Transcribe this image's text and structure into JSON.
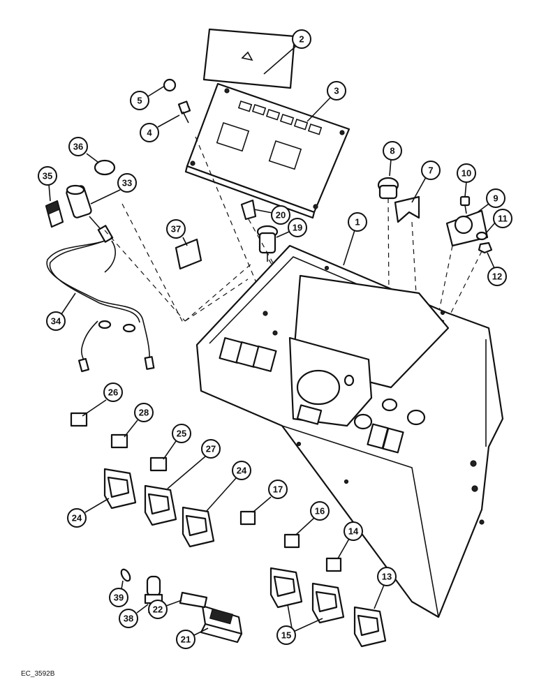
{
  "drawing_code": "EC_3592B",
  "callouts": [
    {
      "label": "1"
    },
    {
      "label": "2"
    },
    {
      "label": "3"
    },
    {
      "label": "4"
    },
    {
      "label": "5"
    },
    {
      "label": "7"
    },
    {
      "label": "8"
    },
    {
      "label": "9"
    },
    {
      "label": "10"
    },
    {
      "label": "11"
    },
    {
      "label": "12"
    },
    {
      "label": "13"
    },
    {
      "label": "14"
    },
    {
      "label": "15"
    },
    {
      "label": "15"
    },
    {
      "label": "16"
    },
    {
      "label": "17"
    },
    {
      "label": "19"
    },
    {
      "label": "20"
    },
    {
      "label": "21"
    },
    {
      "label": "22"
    },
    {
      "label": "24"
    },
    {
      "label": "24"
    },
    {
      "label": "25"
    },
    {
      "label": "26"
    },
    {
      "label": "27"
    },
    {
      "label": "28"
    },
    {
      "label": "33"
    },
    {
      "label": "34"
    },
    {
      "label": "35"
    },
    {
      "label": "36"
    },
    {
      "label": "37"
    },
    {
      "label": "38"
    },
    {
      "label": "39"
    }
  ]
}
